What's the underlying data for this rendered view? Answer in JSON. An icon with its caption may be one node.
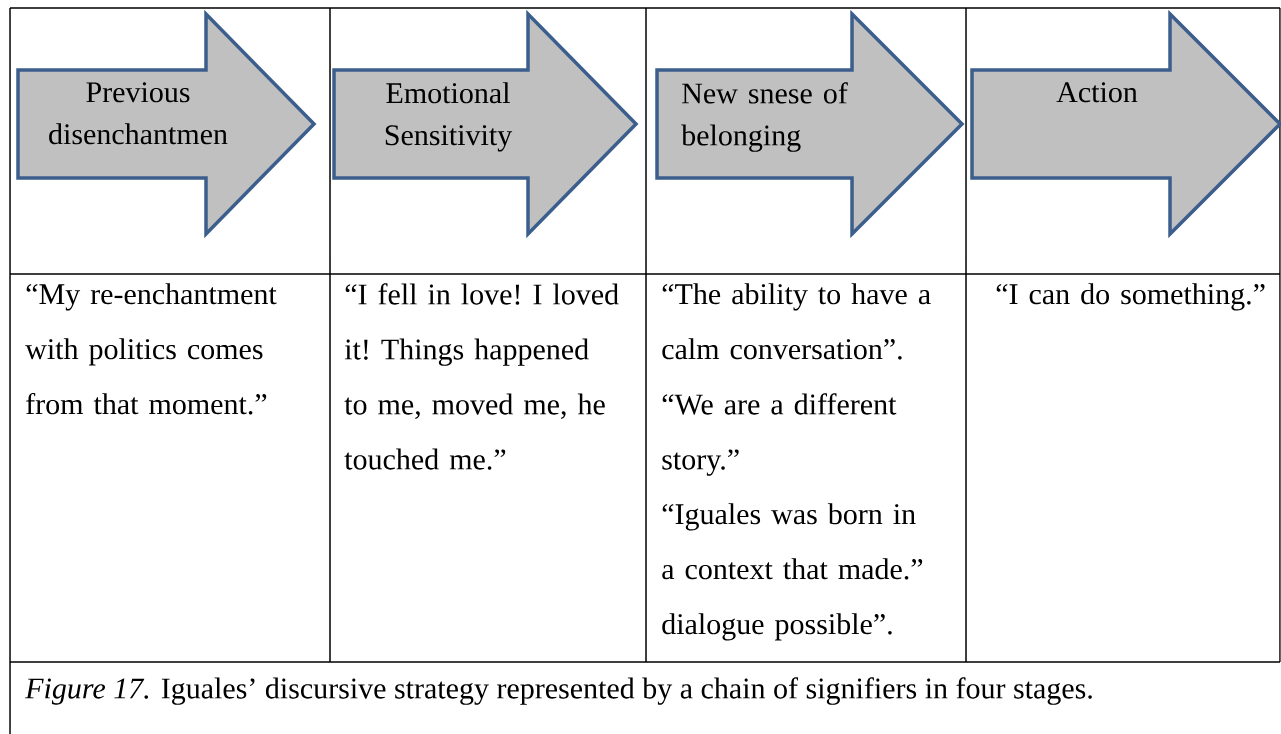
{
  "diagram": {
    "caption": "*Figure 17.* Iguales’ discursive strategy represented by a chain of signifiers in four stages.",
    "nodes": [
      {
        "text": [
          "Previous disenchantmen"
        ]
      },
      {
        "text": [
          "Emotional Sensitivity"
        ]
      },
      {
        "text": [
          "New snese of belonging"
        ]
      },
      {
        "text": [
          "Action"
        ]
      }
    ],
    "labels": [
      "“My re-enchantment with politics comes from that moment.”",
      "“I fell in love! I loved it! Things happened to me, moved me, he touched me.”",
      "“The ability to have a calm conversation”.",
      "“We are a different story.”",
      "“Iguales was born in a context that made.” dialogue possible”.",
      "“I can do something.”"
    ]
  }
}
